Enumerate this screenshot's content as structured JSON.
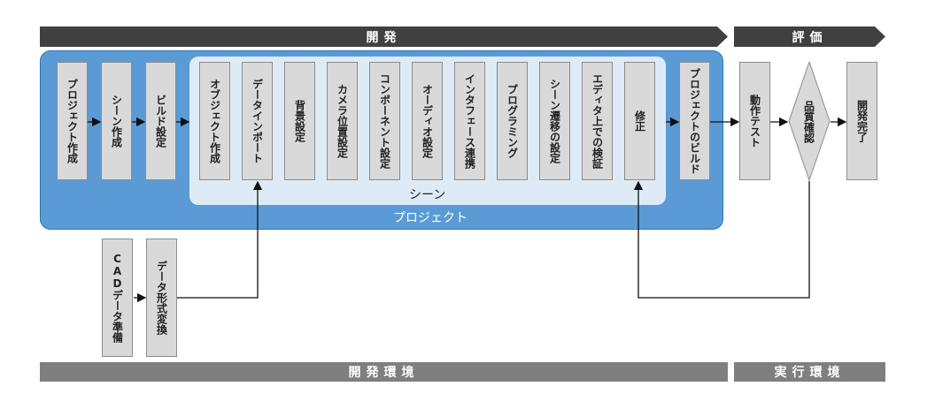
{
  "phases": {
    "dev": "開発",
    "eval": "評価"
  },
  "environments": {
    "dev": "開発環境",
    "runtime": "実行環境"
  },
  "containers": {
    "project": "プロジェクト",
    "scene": "シーン"
  },
  "project_steps": [
    "プロジェクト作成",
    "シーン作成",
    "ビルド設定"
  ],
  "scene_steps": [
    "オブジェクト作成",
    "データインポート",
    "背景設定",
    "カメラ位置設定",
    "コンポーネント設定",
    "オーディオ設定",
    "インタフェース連携",
    "プログラミング",
    "シーン遷移の設定",
    "エディタ上での検証",
    "修正"
  ],
  "build_step": "プロジェクトのビルド",
  "eval_steps": {
    "test": "動作テスト",
    "quality": "品質確認",
    "done": "開発完了"
  },
  "data_prep": [
    "CADデータ準備",
    "データ形式変換"
  ]
}
